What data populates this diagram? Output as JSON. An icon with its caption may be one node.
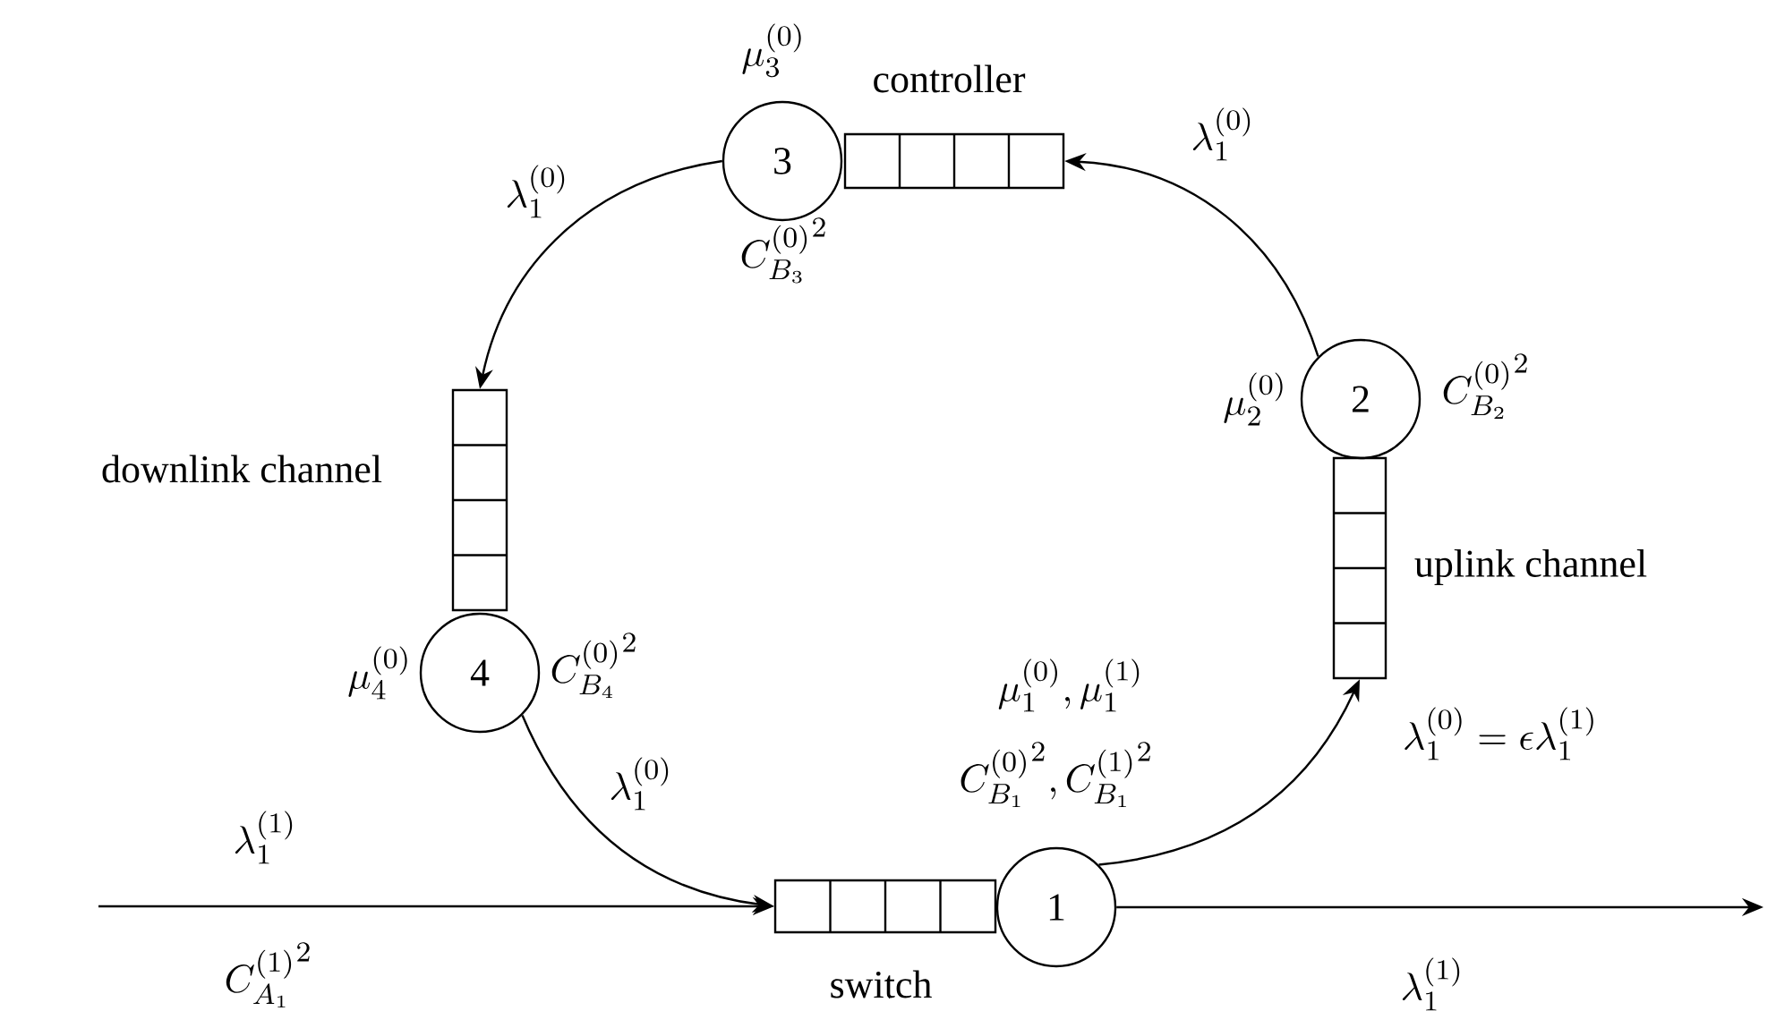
{
  "diagram": {
    "nodes": [
      {
        "text": [
          "3"
        ],
        "beside": [
          "\\mu_3^{(0)}",
          "{C_{B_3}^{(0)}}^2"
        ]
      },
      {
        "text": [],
        "shape": "box",
        "beside": [
          "controller"
        ]
      },
      {
        "text": [
          "2"
        ],
        "beside": [
          "\\mu_2^{(0)}",
          "{C_{B_2}^{(0)}}^2"
        ]
      },
      {
        "text": [],
        "shape": "box",
        "beside": [
          "uplink channel"
        ]
      },
      {
        "text": [],
        "shape": "box",
        "beside": [
          "downlink channel"
        ]
      },
      {
        "text": [
          "4"
        ],
        "beside": [
          "\\mu_4^{(0)}",
          "{C_{B_4}^{(0)}}^2"
        ]
      },
      {
        "text": [],
        "shape": "box",
        "beside": [
          "switch"
        ]
      },
      {
        "text": [
          "1"
        ],
        "beside": [
          "\\mu_1^{(0)}, \\mu_1^{(1)}",
          "{C_{B_1}^{(0)}}^2, {C_{B_1}^{(1)}}^2"
        ]
      }
    ],
    "edges": [
      {
        "from": 2,
        "to": 1,
        "arrow": "to",
        "label": "\\lambda_1^{(0)}"
      },
      {
        "from": 0,
        "to": 4,
        "arrow": "to",
        "label": "\\lambda_1^{(0)}"
      },
      {
        "from": 5,
        "to": 6,
        "arrow": "to",
        "label": "\\lambda_1^{(0)}"
      },
      {
        "from": 7,
        "to": 3,
        "arrow": "to",
        "label": "\\lambda_1^{(0)} = \\epsilon\\lambda_1^{(1)}"
      },
      {
        "from": null,
        "to": 6,
        "arrow": "to",
        "label": "\\lambda_1^{(1)}"
      },
      {
        "from": 7,
        "to": null,
        "arrow": "to",
        "label": "\\lambda_1^{(1)}"
      }
    ],
    "labels": [
      "{C_{A_1}^{(1)}}^2"
    ]
  }
}
